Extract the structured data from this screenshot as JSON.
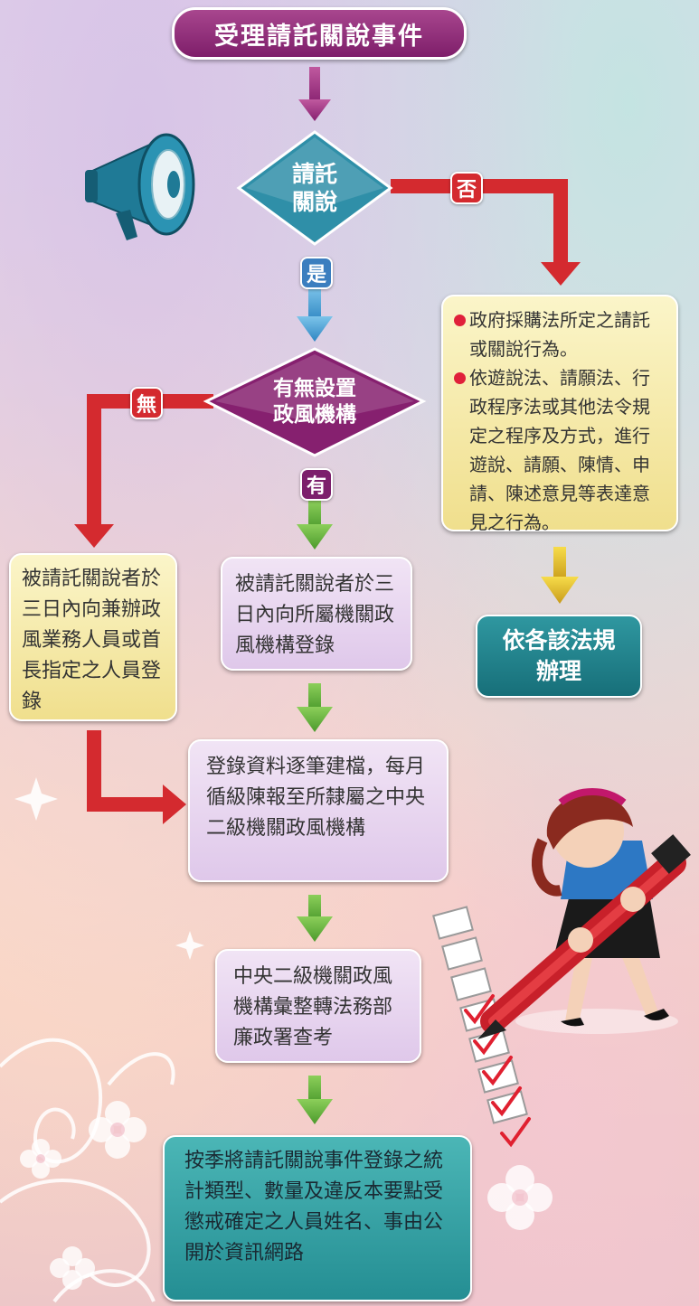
{
  "title": "受理請託關說事件",
  "decision_1": {
    "line1": "請託",
    "line2": "關說"
  },
  "labels": {
    "no": "否",
    "yes": "是",
    "none": "無",
    "has": "有"
  },
  "decision_2": {
    "line1": "有無設置",
    "line2": "政風機構"
  },
  "right_box": {
    "items": [
      "政府採購法所定之請託或關說行為。",
      "依遊說法、請願法、行政程序法或其他法令規定之程序及方式，進行遊說、請願、陳情、申請、陳述意見等表達意見之行為。"
    ]
  },
  "right_result": "依各該法規辦理",
  "left_box": "被請託關說者於三日內向兼辦政風業務人員或首長指定之人員登錄",
  "center_box": "被請託關說者於三日內向所屬機關政風機構登錄",
  "step_file": "登錄資料逐筆建檔，每月循級陳報至所隸屬之中央二級機關政風機構",
  "step_report": "中央二級機關政風機構彙整轉法務部廉政署查考",
  "step_public": "按季將請託關說事件登錄之統計類型、數量及違反本要點受懲戒確定之人員姓名、事由公開於資訊網路",
  "colors": {
    "title_purple": "#7e1e6a",
    "diamond_teal": "#2f8fa8",
    "no_path_red": "#d42a2f",
    "yes_arrow_blue": "#3b8fc9",
    "has_arrow_green": "#5aa33c",
    "yellow_box": "#f0df8d",
    "lilac_box": "#dfc8ea",
    "teal_box": "#176f79"
  }
}
